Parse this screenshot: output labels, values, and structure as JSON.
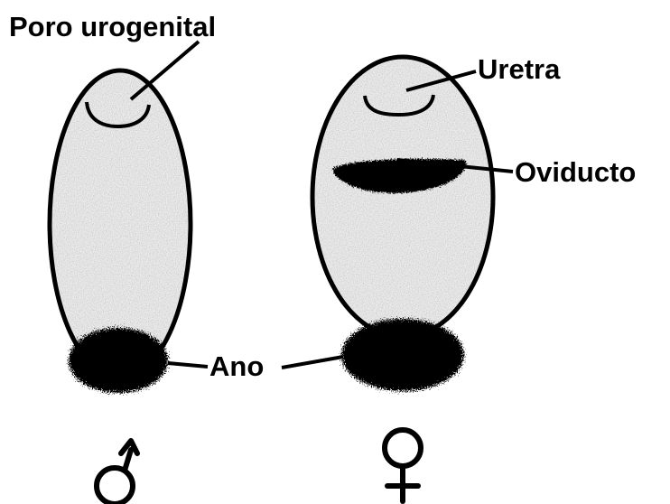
{
  "labels": {
    "poro_urogenital": "Poro urogenital",
    "uretra": "Uretra",
    "oviducto": "Oviducto",
    "ano": "Ano"
  },
  "symbols": {
    "male": "male-symbol",
    "female": "female-symbol"
  },
  "colors": {
    "outline": "#000000",
    "fill_speckle": "#a8a8a8",
    "fill_base": "#e8e8e8",
    "background": "#ffffff"
  }
}
